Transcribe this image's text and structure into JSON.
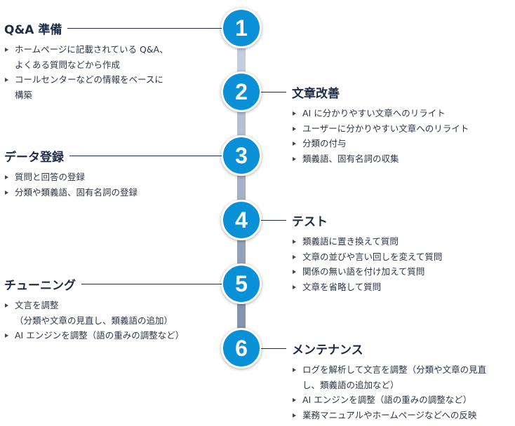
{
  "steps": [
    {
      "number": "1",
      "title": "Q&A 準備",
      "items": [
        [
          "ホームページに記載されている Q&A、",
          "よくある質問などから作成"
        ],
        [
          "コールセンターなどの情報をベースに",
          "構築"
        ]
      ]
    },
    {
      "number": "2",
      "title": "文章改善",
      "items": [
        [
          "AI に分かりやすい文章へのリライト"
        ],
        [
          "ユーザーに分かりやすい文章へのリライト"
        ],
        [
          "分類の付与"
        ],
        [
          "類義語、固有名詞の収集"
        ]
      ]
    },
    {
      "number": "3",
      "title": "データ登録",
      "items": [
        [
          "質問と回答の登録"
        ],
        [
          "分類や類義語、固有名詞の登録"
        ]
      ]
    },
    {
      "number": "4",
      "title": "テスト",
      "items": [
        [
          "類義語に置き換えて質問"
        ],
        [
          "文章の並びや言い回しを変えて質問"
        ],
        [
          "関係の無い語を付け加えて質問"
        ],
        [
          "文章を省略して質問"
        ]
      ]
    },
    {
      "number": "5",
      "title": "チューニング",
      "items": [
        [
          "文言を調整",
          "（分類や文章の見直し、類義語の追加）"
        ],
        [
          "AI エンジンを調整（語の重みの調整など）"
        ]
      ]
    },
    {
      "number": "6",
      "title": "メンテナンス",
      "items": [
        [
          "ログを解析して文言を調整（分類や文章の見直",
          "し、類義語の追加など）"
        ],
        [
          "AI エンジンを調整（語の重みの調整など）"
        ],
        [
          "業務マニュアルやホームページなどへの反映"
        ]
      ]
    }
  ],
  "colors": {
    "circle": "#0a90d6",
    "connectors": [
      "#c3cee0",
      "#b4c0d4",
      "#a4b1c7",
      "#93a2bb",
      "#8495b0"
    ]
  }
}
